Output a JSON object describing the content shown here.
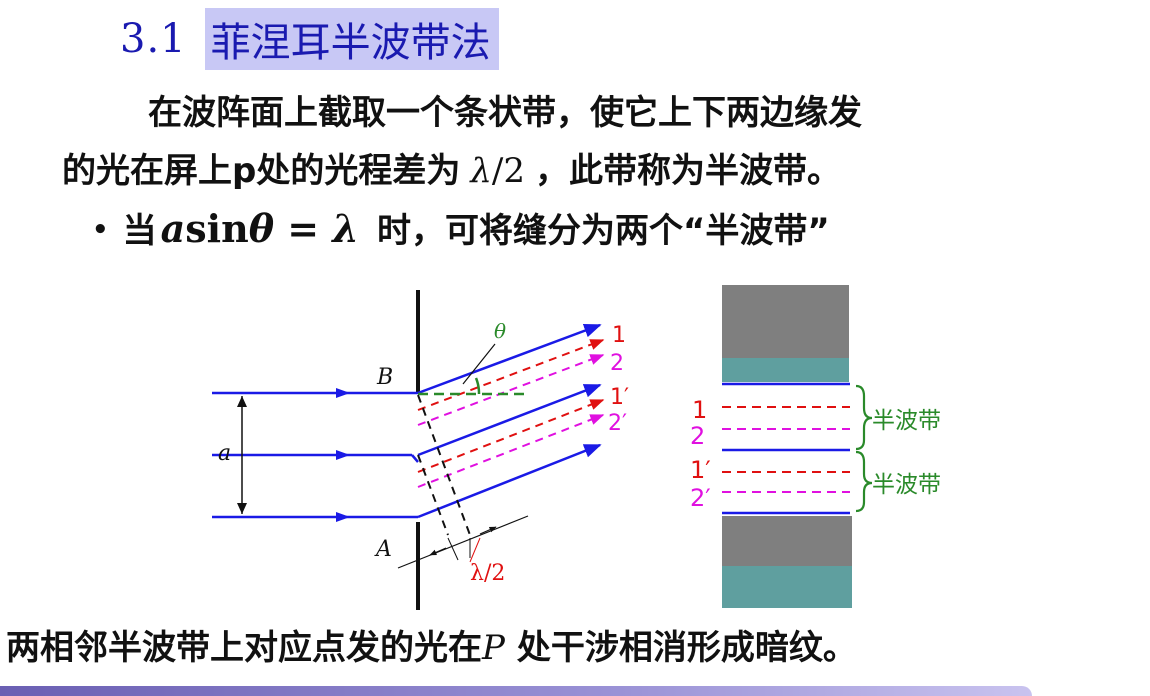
{
  "top_strip": "",
  "title": {
    "number": "3.1",
    "text": "菲涅耳半波带法"
  },
  "paragraph": {
    "line1": "在波阵面上截取一个条状带，使它上下两边缘发",
    "line2_prefix": "的光在屏上p处的光程差为",
    "line2_lambda": "λ",
    "line2_fraction": "/2",
    "line2_suffix": "，此带称为半波带。"
  },
  "bullet": {
    "symbol": "•",
    "prefix": "当",
    "formula_a": "a",
    "formula_sin": "sin",
    "formula_theta": "θ",
    "formula_eq": " = ",
    "formula_lambda": "λ",
    "suffix": "时，可将缝分为两个“半波带”"
  },
  "diagram": {
    "label_B": "B",
    "label_A": "A",
    "label_a": "a",
    "label_theta": "θ",
    "label_lambda_half": "λ/2",
    "ray_labels": [
      "1",
      "2",
      "1′",
      "2′"
    ],
    "zone_labels_left": [
      "1",
      "2",
      "1′",
      "2′"
    ],
    "zone_caption_upper": "半波带",
    "zone_caption_lower": "半波带",
    "colors": {
      "blue": "#1a1ae6",
      "red": "#e01010",
      "magenta": "#e010e0",
      "green": "#2a8a2a",
      "slit": "#111111",
      "gray": "#7f7f7f",
      "teal": "#5f9f9f"
    }
  },
  "bottom_text": {
    "prefix": "两相邻半波带上对应点发的光在",
    "P": "P",
    "suffix": "处干涉相消形成暗纹。"
  }
}
